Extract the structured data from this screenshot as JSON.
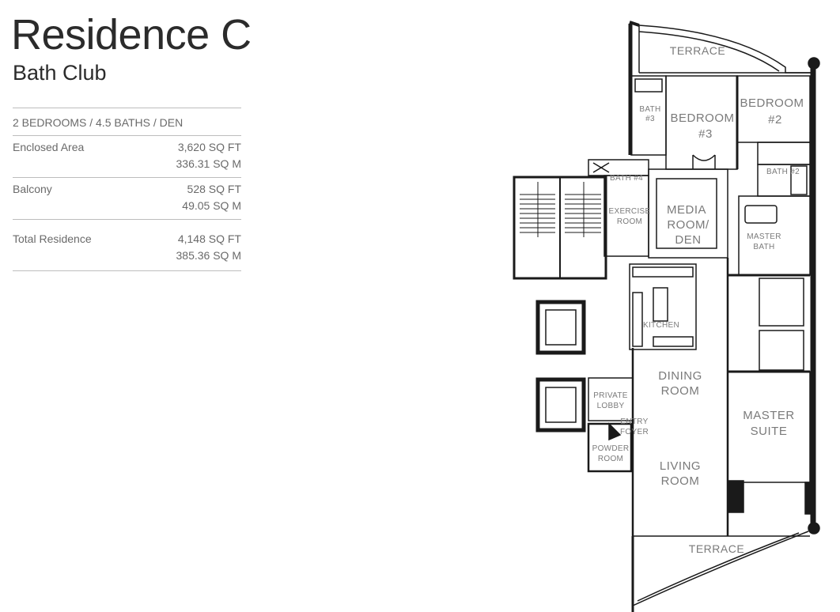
{
  "header": {
    "title": "Residence C",
    "subtitle": "Bath Club"
  },
  "info": {
    "summary": "2 BEDROOMS / 4.5 BATHS / DEN",
    "rows": [
      {
        "label": "Enclosed Area",
        "sqft": "3,620 SQ FT",
        "sqm": "336.31 SQ M"
      },
      {
        "label": "Balcony",
        "sqft": "528 SQ FT",
        "sqm": "49.05 SQ M"
      },
      {
        "label": "Total Residence",
        "sqft": "4,148 SQ FT",
        "sqm": "385.36 SQ M"
      }
    ]
  },
  "floorplan": {
    "terrace_top": "TERRACE",
    "bath3": [
      "BATH",
      "#3"
    ],
    "bedroom3": [
      "BEDROOM",
      "#3"
    ],
    "bedroom2": [
      "BEDROOM",
      "#2"
    ],
    "bath4": "BATH #4",
    "bath2": "BATH #2",
    "exercise": [
      "EXERCISE",
      "ROOM"
    ],
    "media": [
      "MEDIA",
      "ROOM/",
      "DEN"
    ],
    "master_bath": [
      "MASTER",
      "BATH"
    ],
    "kitchen": "KITCHEN",
    "dining": [
      "DINING",
      "ROOM"
    ],
    "private_lobby": [
      "PRIVATE",
      "LOBBY"
    ],
    "entry_foyer": [
      "ENTRY",
      "FOYER"
    ],
    "master_suite": [
      "MASTER",
      "SUITE"
    ],
    "powder": [
      "POWDER",
      "ROOM"
    ],
    "living": [
      "LIVING",
      "ROOM"
    ],
    "terrace_bottom": "TERRACE"
  }
}
